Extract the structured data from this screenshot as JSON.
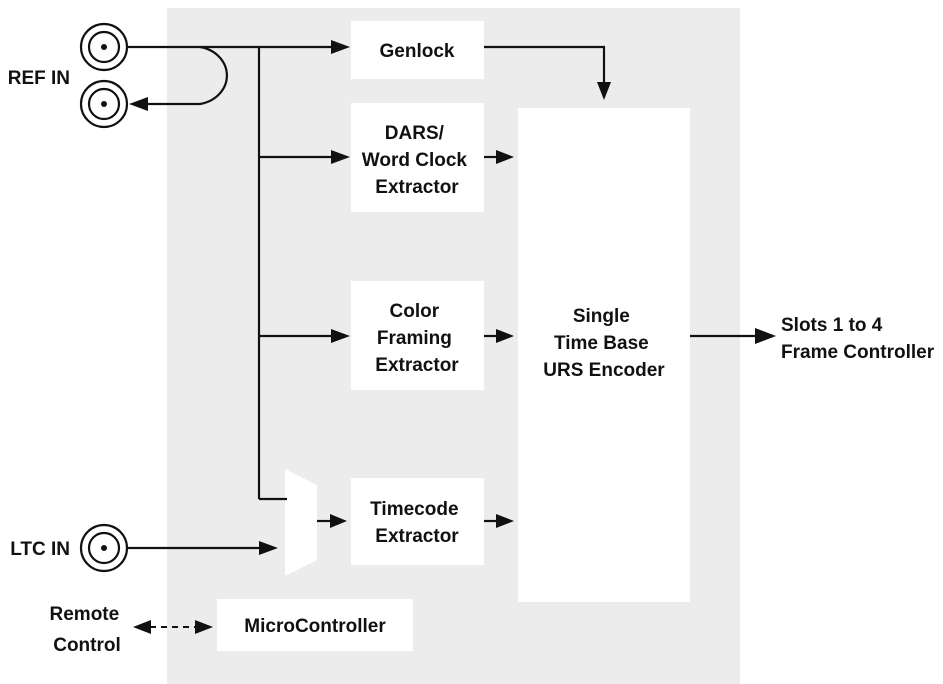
{
  "labels": {
    "ref_in": "REF IN",
    "ltc_in": "LTC IN",
    "remote_control": [
      "Remote",
      "Control"
    ],
    "output": [
      "Slots 1 to 4",
      "Frame Controller"
    ]
  },
  "blocks": {
    "genlock": [
      "Genlock"
    ],
    "dars": [
      "DARS/",
      "Word Clock",
      "Extractor"
    ],
    "color": [
      "Color",
      "Framing",
      "Extractor"
    ],
    "timecode": [
      "Timecode",
      "Extractor"
    ],
    "encoder": [
      "Single",
      "Time Base",
      "URS Encoder"
    ],
    "micro": [
      "MicroController"
    ]
  },
  "colors": {
    "panel": "#ececec",
    "block": "#ffffff",
    "line": "#111111"
  }
}
